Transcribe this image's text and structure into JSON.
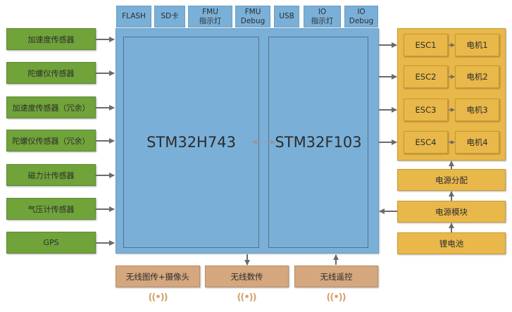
{
  "peripherals_top": [
    {
      "id": "flash",
      "line1": "FLASH",
      "line2": ""
    },
    {
      "id": "sd-card",
      "line1": "SD卡",
      "line2": ""
    },
    {
      "id": "fmu-led",
      "line1": "FMU",
      "line2": "指示灯"
    },
    {
      "id": "fmu-debug",
      "line1": "FMU",
      "line2": "Debug"
    },
    {
      "id": "usb",
      "line1": "USB",
      "line2": ""
    },
    {
      "id": "io-led",
      "line1": "IO",
      "line2": "指示灯"
    },
    {
      "id": "io-debug",
      "line1": "IO",
      "line2": "Debug"
    }
  ],
  "sensors": [
    {
      "label": "加速度传感器"
    },
    {
      "label": "陀螺仪传感器"
    },
    {
      "label": "加速度传感器（冗余）"
    },
    {
      "label": "陀螺仪传感器（冗余）"
    },
    {
      "label": "磁力计传感器"
    },
    {
      "label": "气压计传感器"
    },
    {
      "label": "GPS"
    }
  ],
  "processors": {
    "fmu": "STM32H743",
    "io": "STM32F103"
  },
  "motor_chain": [
    {
      "esc": "ESC1",
      "motor": "电机1"
    },
    {
      "esc": "ESC2",
      "motor": "电机2"
    },
    {
      "esc": "ESC3",
      "motor": "电机3"
    },
    {
      "esc": "ESC4",
      "motor": "电机4"
    }
  ],
  "power": {
    "distribution": "电源分配",
    "module": "电源模块",
    "battery": "锂电池"
  },
  "wireless": [
    {
      "label": "无线图传+摄像头",
      "icon": "((•))"
    },
    {
      "label": "无线数传",
      "icon": "((•))"
    },
    {
      "label": "无线遥控",
      "icon": "((•))"
    }
  ],
  "colors": {
    "sensor": "#70a33a",
    "controller": "#7ab0d8",
    "power": "#e9b84a",
    "wireless": "#d4a77e",
    "arrow": "#6b6b6b"
  }
}
